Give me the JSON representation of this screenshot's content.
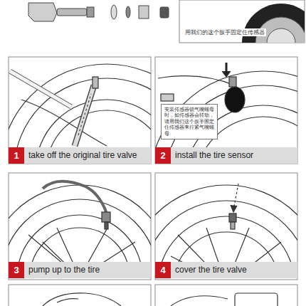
{
  "diagram": {
    "nodes": [
      {
        "text": [
          "take off the original tire valve"
        ]
      },
      {
        "text": [
          "1"
        ],
        "in": 0
      },
      {
        "text": [
          "安装传感器锁气嘴螺母时，如传感器会转动，请用我们这个扳手固定住传感器来拧紧气嘴螺母"
        ]
      },
      {
        "text": [
          "install the tire sensor"
        ]
      },
      {
        "text": [
          "2"
        ],
        "in": 3
      },
      {
        "text": [
          "pump up to the tire"
        ]
      },
      {
        "text": [
          "3"
        ],
        "in": 5
      },
      {
        "text": [
          "cover the tire valve"
        ]
      },
      {
        "text": [
          "4"
        ],
        "in": 7
      }
    ],
    "labels": [
      "用我们的这个扳手固定住传感器"
    ]
  }
}
